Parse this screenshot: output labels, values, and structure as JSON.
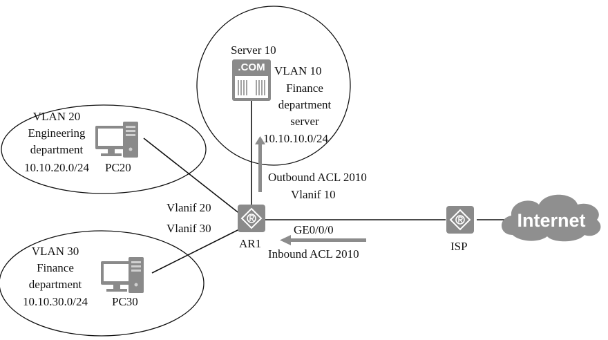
{
  "server_zone": {
    "name": "Server 10",
    "badge": ".COM",
    "vlan": "VLAN 10",
    "dept_line1": "Finance",
    "dept_line2": "department",
    "dept_line3": "server",
    "subnet": "10.10.10.0/24"
  },
  "engineering_zone": {
    "vlan": "VLAN 20",
    "dept_line1": "Engineering",
    "dept_line2": "department",
    "subnet": "10.10.20.0/24",
    "pc": "PC20"
  },
  "finance_zone": {
    "vlan": "VLAN 30",
    "dept_line1": "Finance",
    "dept_line2": "department",
    "subnet": "10.10.30.0/24",
    "pc": "PC30"
  },
  "router": {
    "name": "AR1",
    "vlanif20": "Vlanif 20",
    "vlanif30": "Vlanif 30",
    "outbound_acl": "Outbound ACL 2010",
    "vlanif10": "Vlanif 10",
    "interface": "GE0/0/0",
    "inbound_acl": "Inbound ACL 2010"
  },
  "isp": {
    "name": "ISP",
    "cloud": "Internet"
  },
  "colors": {
    "device": "#8a8a8a",
    "arrow": "#8c8c8c",
    "line": "#111111",
    "cloud": "#8f8f8f"
  }
}
